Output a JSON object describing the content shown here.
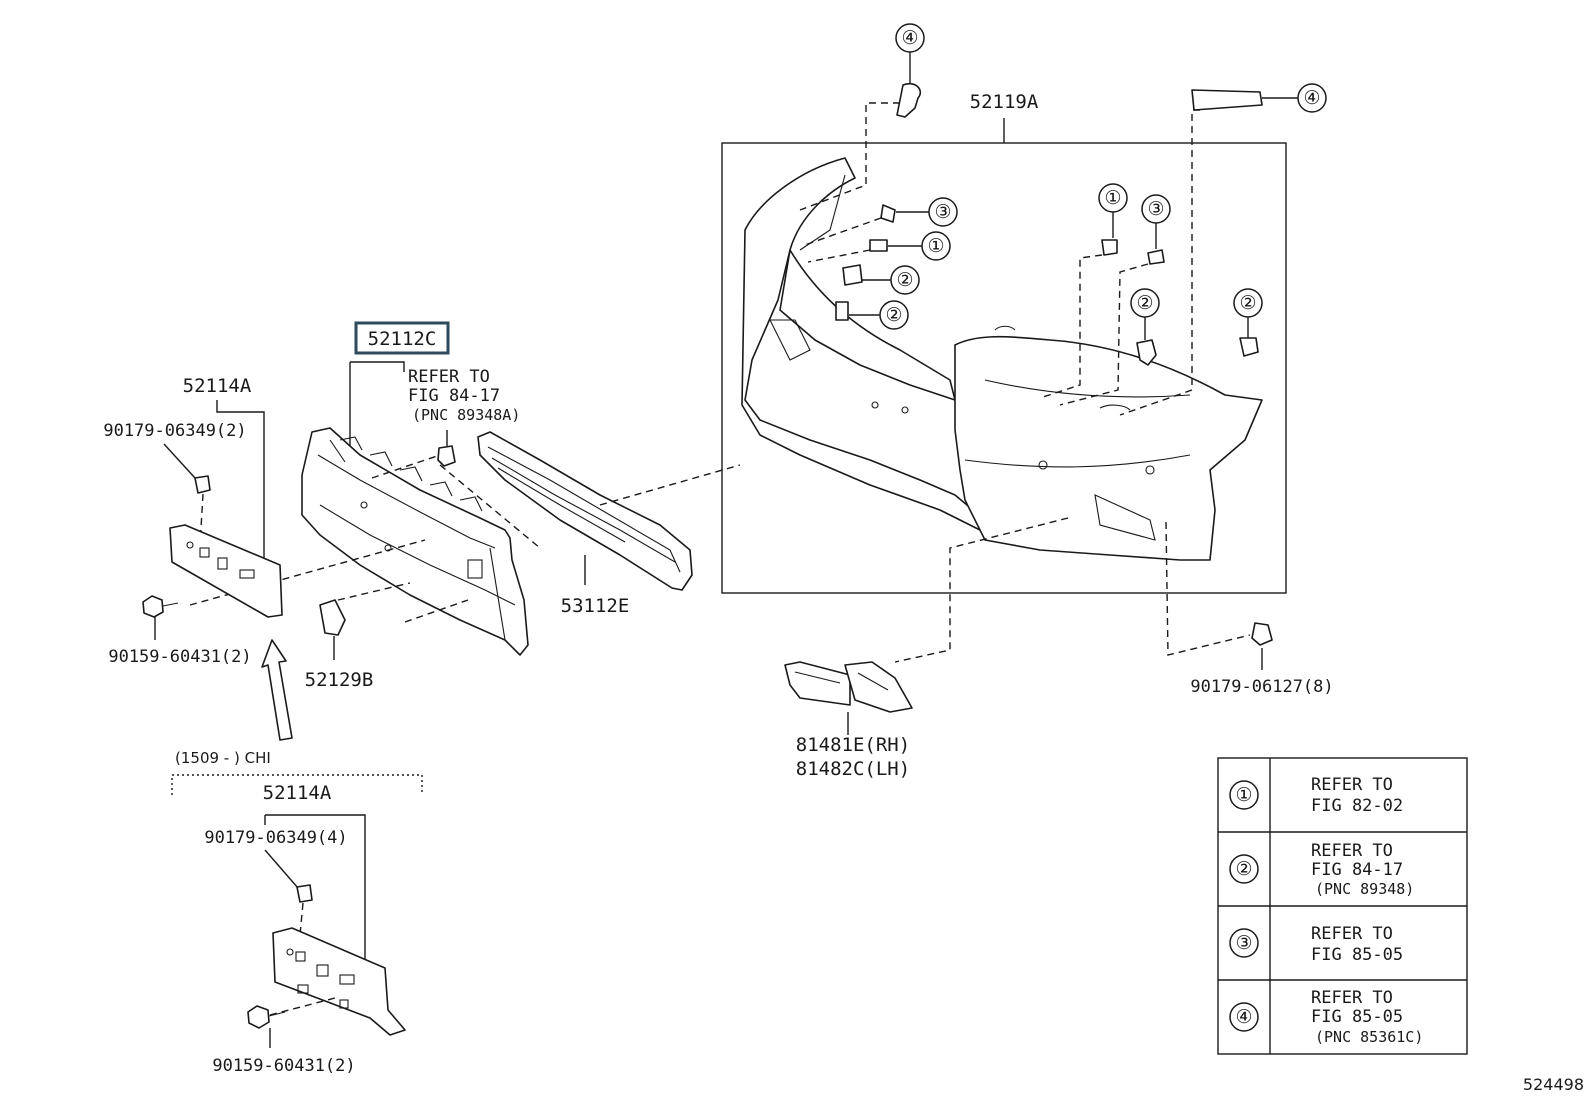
{
  "labels": {
    "bumper_cover": "52119A",
    "highlighted_part": "52112C",
    "refer_to_line1": "REFER TO",
    "refer_to_line2": "FIG 84-17",
    "refer_to_line3": "(PNC 89348A)",
    "license_bracket_upper": "52114A",
    "clip_upper": "90179-06349(2)",
    "bolt_upper": "90159-60431(2)",
    "cap": "52129B",
    "grille": "53112E",
    "lamp_cover_rh": "81481E(RH)",
    "lamp_cover_lh": "81482C(LH)",
    "nut_right": "90179-06127(8)",
    "chi_note": "(1509 -    ) CHI",
    "license_bracket_lower": "52114A",
    "clip_lower": "90179-06349(4)",
    "bolt_lower": "90159-60431(2)",
    "figure_number": "524498"
  },
  "callouts": {
    "c1": "①",
    "c2": "②",
    "c3": "③",
    "c4": "④"
  },
  "legend": [
    {
      "symbol": "①",
      "line1": "REFER TO",
      "line2": "FIG 82-02",
      "line3": ""
    },
    {
      "symbol": "②",
      "line1": "REFER TO",
      "line2": "FIG 84-17",
      "line3": "(PNC 89348)"
    },
    {
      "symbol": "③",
      "line1": "REFER TO",
      "line2": "FIG 85-05",
      "line3": ""
    },
    {
      "symbol": "④",
      "line1": "REFER TO",
      "line2": "FIG 85-05",
      "line3": "(PNC 85361C)"
    }
  ],
  "colors": {
    "line": "#1a1a1a",
    "highlight_border": "#2f4a5a",
    "background": "#ffffff"
  }
}
